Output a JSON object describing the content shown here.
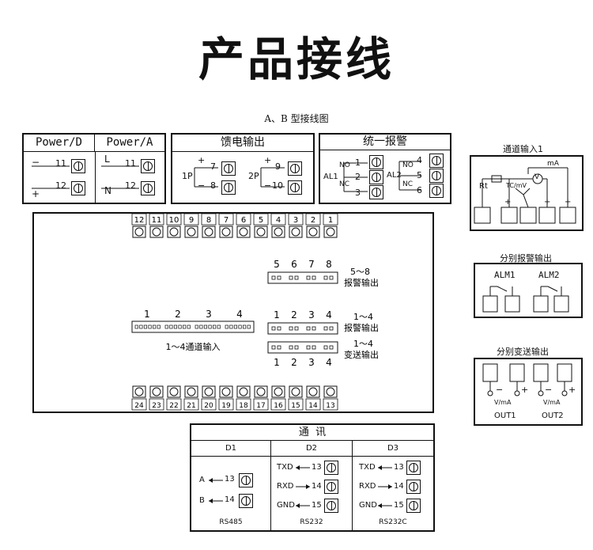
{
  "title": "产品接线",
  "subtitle": "A、B 型接线图",
  "power": {
    "d_label": "Power/D",
    "a_label": "Power/A",
    "d_pins": [
      {
        "num": "11",
        "sign": "−"
      },
      {
        "num": "12",
        "sign": "+"
      }
    ],
    "a_pins": [
      {
        "num": "11",
        "sign": "L"
      },
      {
        "num": "12",
        "sign": "N"
      }
    ]
  },
  "feed": {
    "label": "馈电输出",
    "groups": [
      {
        "name": "1P",
        "pins": [
          {
            "num": "7",
            "sign": "+"
          },
          {
            "num": "8",
            "sign": "−"
          }
        ]
      },
      {
        "name": "2P",
        "pins": [
          {
            "num": "9",
            "sign": "+"
          },
          {
            "num": "10",
            "sign": "−"
          }
        ]
      }
    ]
  },
  "alarm_unified": {
    "label": "统一报警",
    "groups": [
      {
        "name": "AL1",
        "pins": [
          {
            "num": "1",
            "sign": "NO"
          },
          {
            "num": "2",
            "sign": ""
          },
          {
            "num": "3",
            "sign": "NC"
          }
        ]
      },
      {
        "name": "AL2",
        "pins": [
          {
            "num": "4",
            "sign": "NO"
          },
          {
            "num": "5",
            "sign": ""
          },
          {
            "num": "6",
            "sign": "NC"
          }
        ]
      }
    ]
  },
  "channel_input": {
    "label": "通道输入1",
    "rt": "Rt",
    "tc": "TC/mV",
    "v": "V",
    "ma": "mA",
    "plus": "+"
  },
  "separate_alarm": {
    "label": "分别报警输出",
    "alm1": "ALM1",
    "alm2": "ALM2"
  },
  "separate_transmit": {
    "label": "分别变送输出",
    "unit": "V/mA",
    "out1": "OUT1",
    "out2": "OUT2",
    "minus": "−",
    "plus": "+"
  },
  "rear_panel": {
    "top_terminals": [
      "12",
      "11",
      "10",
      "9",
      "8",
      "7",
      "6",
      "5",
      "4",
      "3",
      "2",
      "1"
    ],
    "bottom_terminals": [
      "24",
      "23",
      "22",
      "21",
      "20",
      "19",
      "18",
      "17",
      "16",
      "15",
      "14",
      "13"
    ],
    "alarm58_numbers": [
      "5",
      "6",
      "7",
      "8"
    ],
    "alarm58_label": [
      "5～8",
      "报警输出"
    ],
    "input_numbers": [
      "1",
      "2",
      "3",
      "4"
    ],
    "input_label": "1～4通道输入",
    "alarm14_numbers": [
      "1",
      "2",
      "3",
      "4"
    ],
    "alarm14_label": [
      "1～4",
      "报警输出"
    ],
    "transmit_label": [
      "1～4",
      "变送输出"
    ],
    "transmit_numbers": [
      "1",
      "2",
      "3",
      "4"
    ]
  },
  "comm": {
    "label": "通  讯",
    "cols": [
      {
        "name": "D1",
        "pins": [
          {
            "sig": "A",
            "num": "13"
          },
          {
            "sig": "B",
            "num": "14"
          }
        ],
        "proto": "RS485"
      },
      {
        "name": "D2",
        "pins": [
          {
            "sig": "TXD",
            "num": "13"
          },
          {
            "sig": "RXD",
            "num": "14"
          },
          {
            "sig": "GND",
            "num": "15"
          }
        ],
        "proto": "RS232"
      },
      {
        "name": "D3",
        "pins": [
          {
            "sig": "TXD",
            "num": "13"
          },
          {
            "sig": "RXD",
            "num": "14"
          },
          {
            "sig": "GND",
            "num": "15"
          }
        ],
        "proto": "RS232C"
      }
    ]
  }
}
